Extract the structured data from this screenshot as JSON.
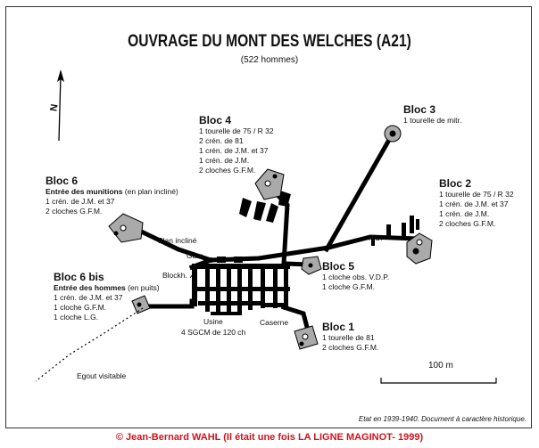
{
  "title": "OUVRAGE DU MONT DES WELCHES (A21)",
  "subtitle": "(522 hommes)",
  "north": "N",
  "blocs": {
    "bloc1": {
      "title": "Bloc 1",
      "lines": [
        "1 tourelle de 81",
        "2 cloches G.F.M."
      ]
    },
    "bloc2": {
      "title": "Bloc 2",
      "lines": [
        "1 tourelle de 75 / R 32",
        "1 crén. de J.M. et 37",
        "1 crén. de J.M.",
        "2 cloches G.F.M."
      ]
    },
    "bloc3": {
      "title": "Bloc 3",
      "lines": [
        "1 tourelle de mitr."
      ]
    },
    "bloc4": {
      "title": "Bloc 4",
      "lines": [
        "1 tourelle de 75 / R 32",
        "2 crén. de 81",
        "1 crén. de J.M. et 37",
        "1 crén. de J.M.",
        "2 cloches G.F.M."
      ]
    },
    "bloc5": {
      "title": "Bloc 5",
      "lines": [
        "1 cloche obs. V.D.P.",
        "1 cloche G.F.M."
      ]
    },
    "bloc6": {
      "title": "Bloc 6",
      "subtitle_bold": "Entrée des munitions",
      "subtitle_rest": " (en plan incliné)",
      "lines": [
        "1 crén. de J.M. et 37",
        "2 cloches G.F.M."
      ]
    },
    "bloc6bis": {
      "title": "Bloc 6 bis",
      "subtitle_bold": "Entrée des hommes",
      "subtitle_rest": " (en puits)",
      "lines": [
        "1 crén. de J.M. et 37",
        "1 cloche G.F.M.",
        "1 cloche L.G."
      ]
    }
  },
  "labels": {
    "plan_incline": "Plan incliné",
    "gare": "Gare",
    "blockh": "Blockh.",
    "pc": "P.C.",
    "usine": "Usine",
    "usine_detail": "4 SGCM de 120 ch",
    "caserne": "Caserne",
    "egout": "Egout visitable",
    "scale": "100 m"
  },
  "footer": {
    "note": "Etat en 1939-1940. Document à caractère historique.",
    "copyright": "© Jean-Bernard WAHL (Il était une fois LA LIGNE MAGINOT- 1999)"
  }
}
